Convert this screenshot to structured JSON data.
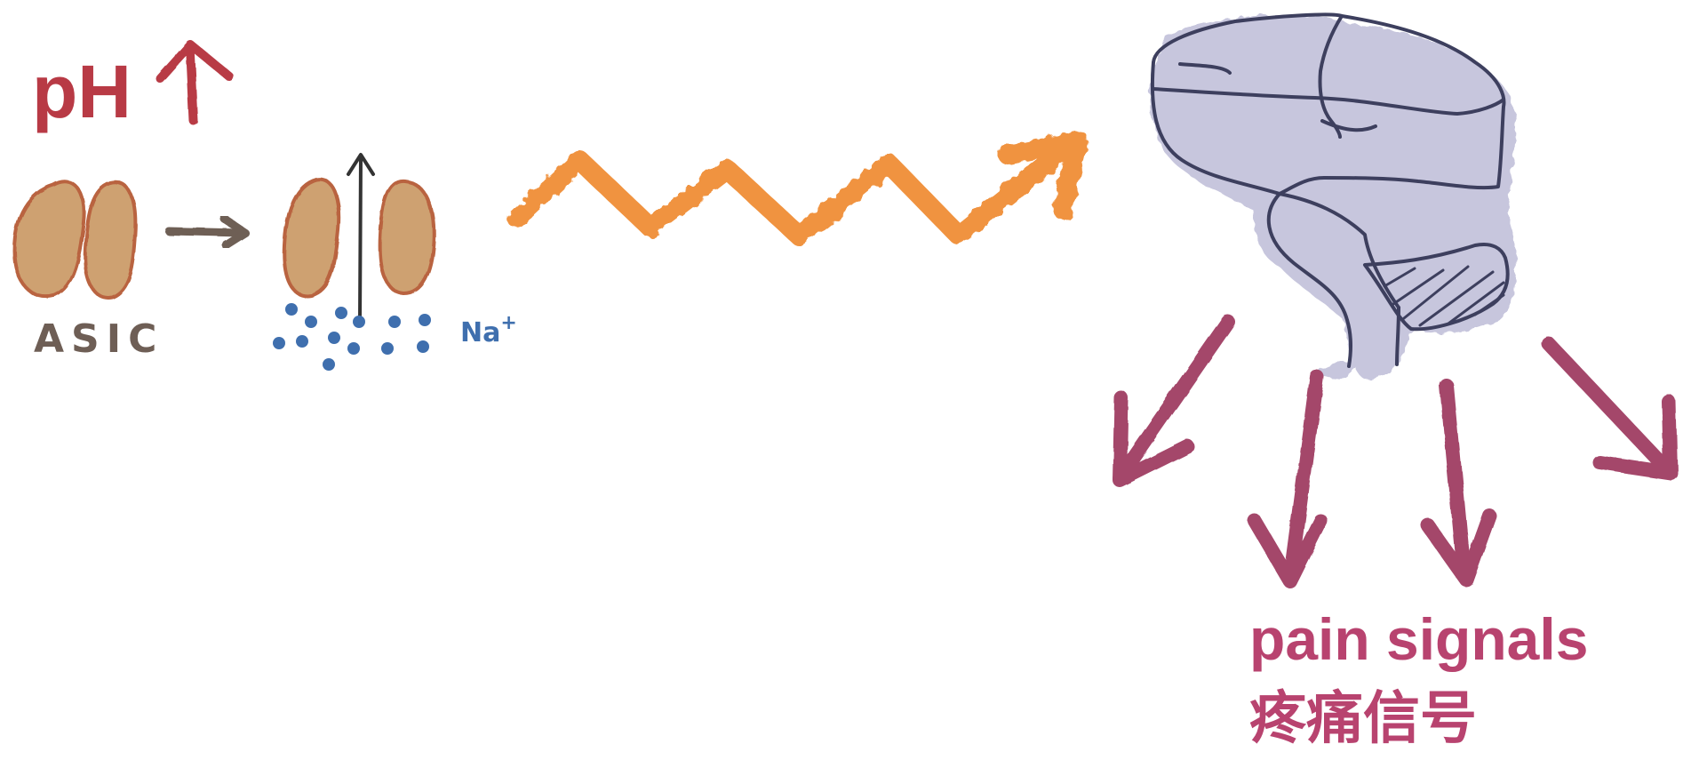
{
  "labels": {
    "ph": "pH",
    "asic": "ASIC",
    "na": "Na",
    "na_charge": "+",
    "pain_en": "pain signals",
    "pain_zh": "疼痛信号"
  },
  "colors": {
    "ph_red": "#b83a45",
    "channel_fill": "#cea171",
    "channel_stroke": "#b9643f",
    "ion_blue": "#3f6fae",
    "wave_orange": "#f09340",
    "brain_fill": "#c7c6dd",
    "brain_outline": "#3d3f5e",
    "pain_arrow": "#a4476b",
    "pain_text": "#b8436f",
    "small_arrow": "#6e5e55"
  },
  "icons": {
    "ph_arrow": "up-arrow-icon",
    "asic_arrow": "right-arrow-icon",
    "wave": "zigzag-arrow-icon",
    "brain": "brain-icon",
    "ion_flow": "up-arrow-icon"
  }
}
